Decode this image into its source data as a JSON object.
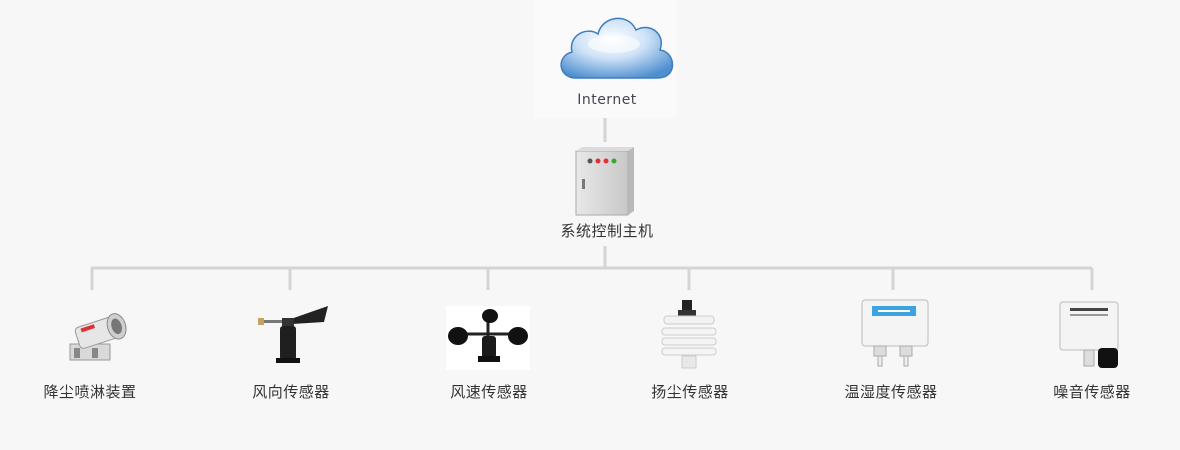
{
  "internet": {
    "label": "Internet"
  },
  "controller": {
    "label": "系统控制主机"
  },
  "devices": [
    {
      "label": "降尘喷淋装置",
      "icon": "fog-cannon-icon"
    },
    {
      "label": "风向传感器",
      "icon": "wind-vane-icon"
    },
    {
      "label": "风速传感器",
      "icon": "anemometer-icon"
    },
    {
      "label": "扬尘传感器",
      "icon": "dust-sensor-icon"
    },
    {
      "label": "温湿度传感器",
      "icon": "temp-humidity-sensor-icon"
    },
    {
      "label": "噪音传感器",
      "icon": "noise-sensor-icon"
    }
  ],
  "colors": {
    "line": "#d4d4d4",
    "cloud": "#5b9bd8",
    "background": "#f7f7f7"
  }
}
